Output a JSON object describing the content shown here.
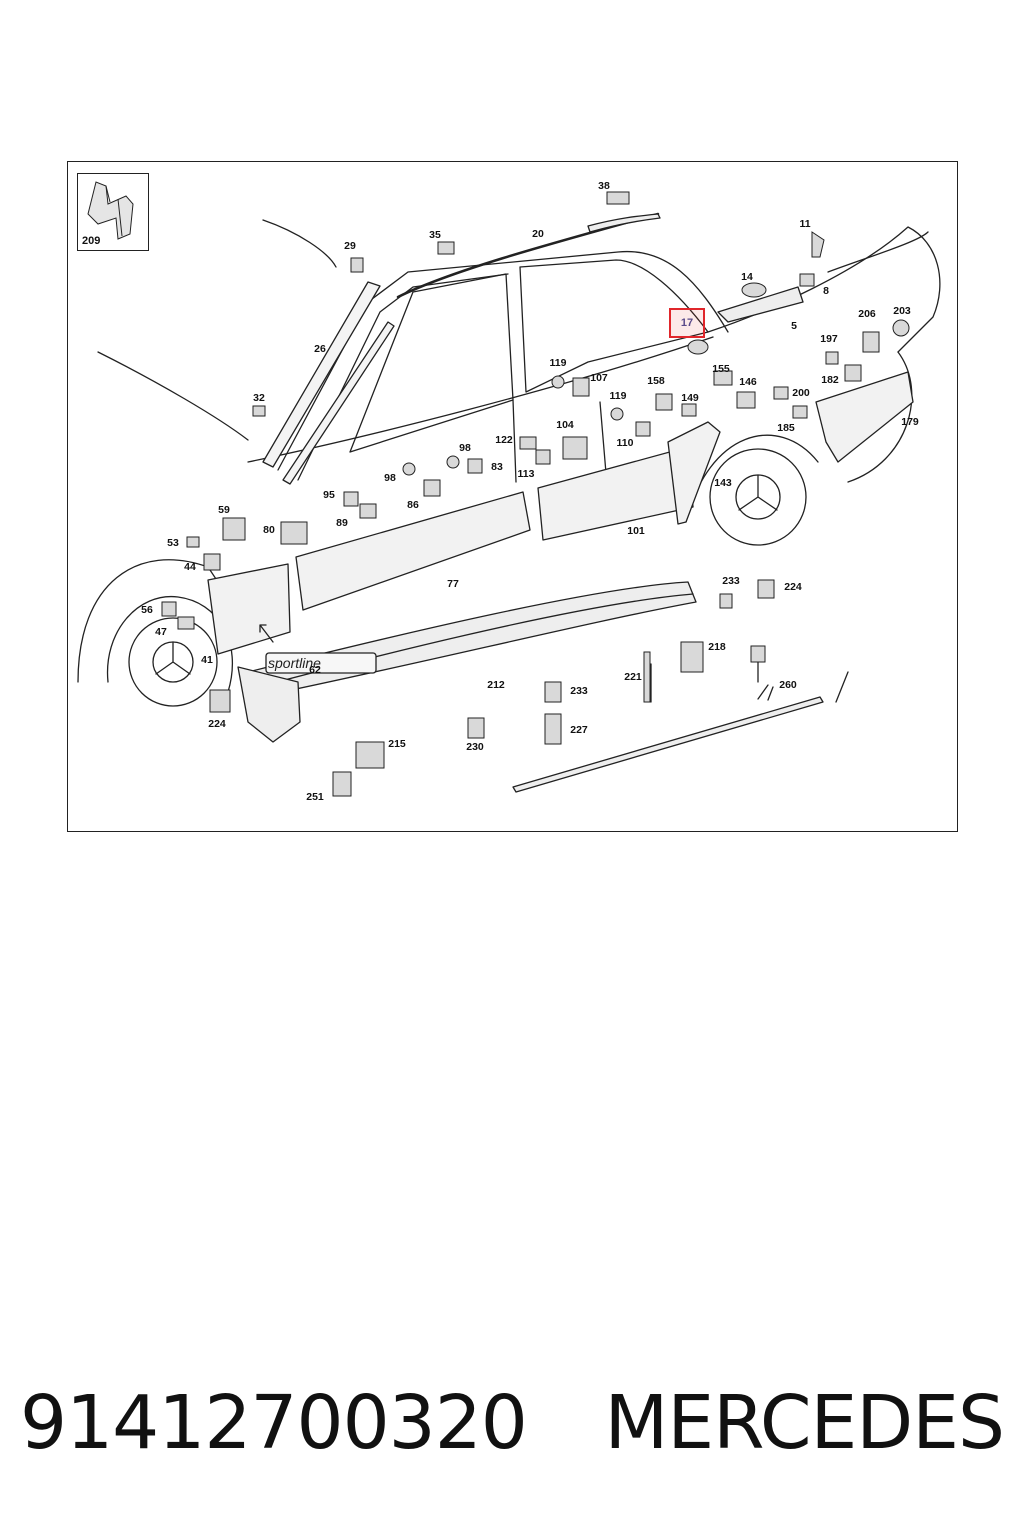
{
  "diagram": {
    "inset_number": "209",
    "highlighted_part": "17",
    "callouts": [
      {
        "id": "38"
      },
      {
        "id": "11"
      },
      {
        "id": "29"
      },
      {
        "id": "35"
      },
      {
        "id": "20"
      },
      {
        "id": "14"
      },
      {
        "id": "8"
      },
      {
        "id": "5"
      },
      {
        "id": "206"
      },
      {
        "id": "203"
      },
      {
        "id": "26"
      },
      {
        "id": "197"
      },
      {
        "id": "119a",
        "label": "119"
      },
      {
        "id": "107"
      },
      {
        "id": "155"
      },
      {
        "id": "182"
      },
      {
        "id": "158"
      },
      {
        "id": "146"
      },
      {
        "id": "200"
      },
      {
        "id": "119b",
        "label": "119"
      },
      {
        "id": "149"
      },
      {
        "id": "32"
      },
      {
        "id": "179"
      },
      {
        "id": "185"
      },
      {
        "id": "110"
      },
      {
        "id": "104"
      },
      {
        "id": "122"
      },
      {
        "id": "98a",
        "label": "98"
      },
      {
        "id": "83"
      },
      {
        "id": "113"
      },
      {
        "id": "98b",
        "label": "98"
      },
      {
        "id": "143"
      },
      {
        "id": "95"
      },
      {
        "id": "86"
      },
      {
        "id": "59"
      },
      {
        "id": "89"
      },
      {
        "id": "80"
      },
      {
        "id": "101"
      },
      {
        "id": "53"
      },
      {
        "id": "44"
      },
      {
        "id": "77"
      },
      {
        "id": "233a",
        "label": "233"
      },
      {
        "id": "224a",
        "label": "224"
      },
      {
        "id": "56"
      },
      {
        "id": "47"
      },
      {
        "id": "218"
      },
      {
        "id": "41"
      },
      {
        "id": "62"
      },
      {
        "id": "221"
      },
      {
        "id": "260"
      },
      {
        "id": "212"
      },
      {
        "id": "233b",
        "label": "233"
      },
      {
        "id": "224b",
        "label": "224"
      },
      {
        "id": "227"
      },
      {
        "id": "215"
      },
      {
        "id": "230"
      },
      {
        "id": "251"
      }
    ],
    "badge_text": "sportline"
  },
  "footer": {
    "part_number": "91412700320",
    "brand": "MERCEDES"
  }
}
